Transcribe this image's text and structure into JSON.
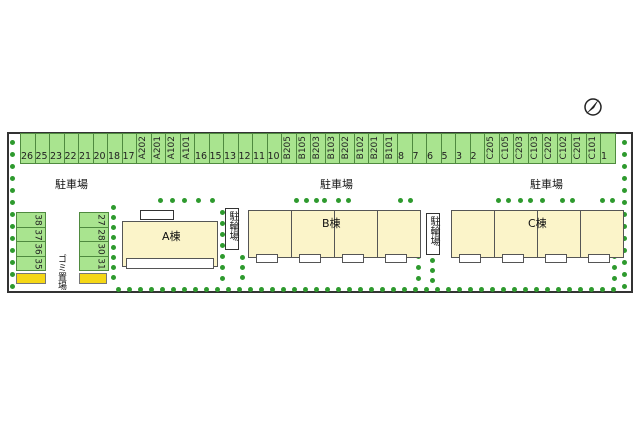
{
  "top_stalls": [
    "26",
    "25",
    "23",
    "22",
    "21",
    "20",
    "18",
    "17",
    "A202",
    "A201",
    "A102",
    "A101",
    "16",
    "15",
    "13",
    "12",
    "11",
    "10",
    "B205",
    "B105",
    "B203",
    "B103",
    "B202",
    "B102",
    "B201",
    "B101",
    "8",
    "7",
    "6",
    "5",
    "3",
    "2",
    "C205",
    "C105",
    "C203",
    "C103",
    "C202",
    "C102",
    "C201",
    "C101",
    "1"
  ],
  "left_stalls_a": [
    "38",
    "37",
    "36",
    "35"
  ],
  "left_stalls_b": [
    "27",
    "28",
    "30",
    "31"
  ],
  "parking_label": "駐車場",
  "bike_label": "駐輪場",
  "garbage_label": "ゴミ置場",
  "buildings": {
    "a": "A棟",
    "b": "B棟",
    "c": "C棟"
  },
  "compass_icon": "north-arrow-icon"
}
